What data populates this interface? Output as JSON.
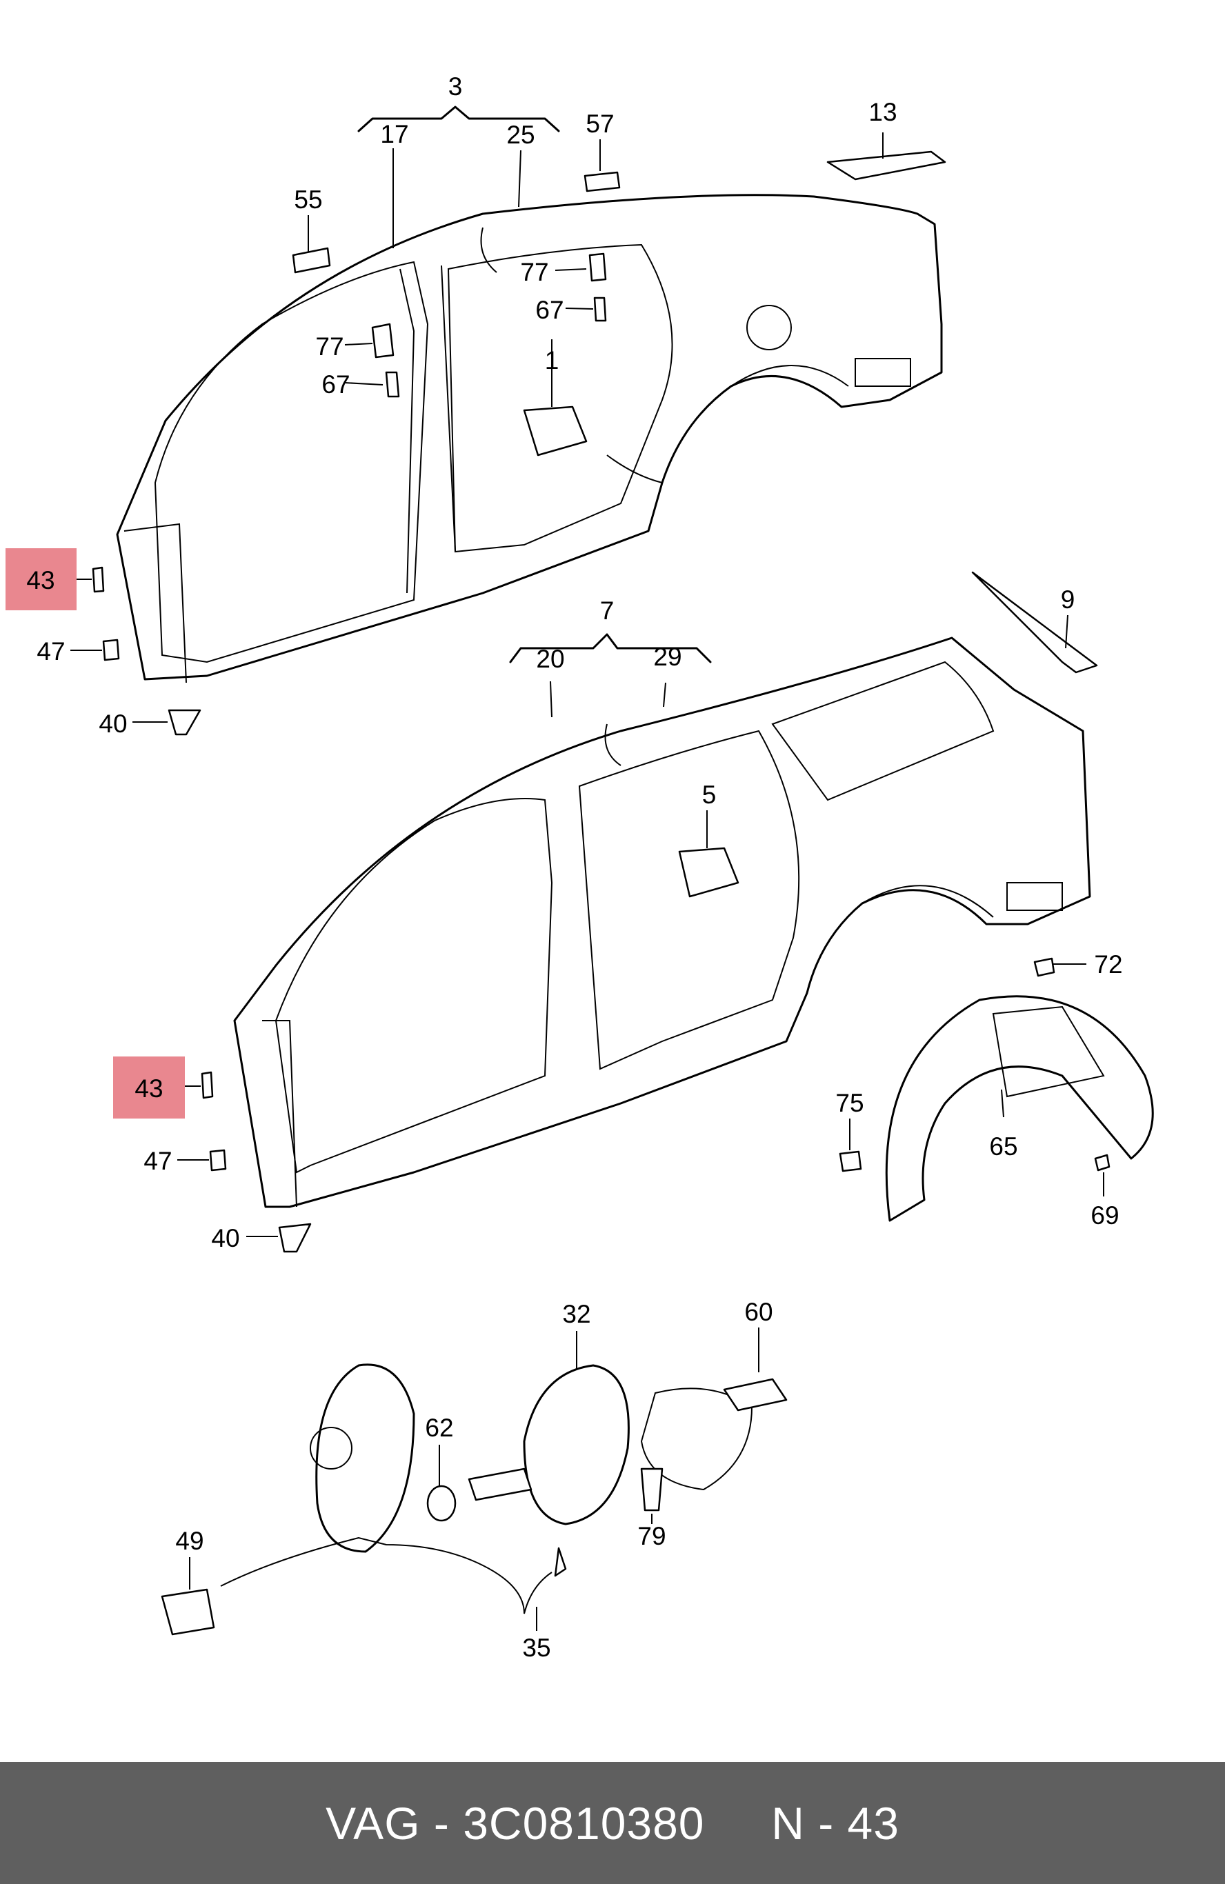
{
  "labels": {
    "l1": "1",
    "l3": "3",
    "l5": "5",
    "l7": "7",
    "l9": "9",
    "l13": "13",
    "l17": "17",
    "l20": "20",
    "l25": "25",
    "l29": "29",
    "l32": "32",
    "l35": "35",
    "l40a": "40",
    "l40b": "40",
    "l43a": "43",
    "l43b": "43",
    "l47a": "47",
    "l47b": "47",
    "l49": "49",
    "l55": "55",
    "l57": "57",
    "l60": "60",
    "l62": "62",
    "l65": "65",
    "l67a": "67",
    "l67b": "67",
    "l69": "69",
    "l72": "72",
    "l75": "75",
    "l77a": "77",
    "l77b": "77",
    "l79": "79"
  },
  "highlight_color": "#e9878f",
  "footer": {
    "brand": "VAG",
    "part_number": "3C0810380",
    "position": "N - 43",
    "background": "#5f5f5f"
  }
}
